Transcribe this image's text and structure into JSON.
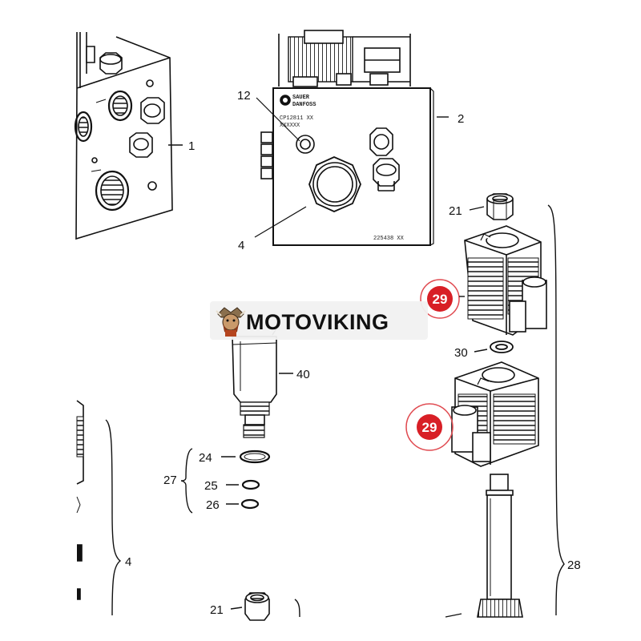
{
  "callouts": {
    "c1": "1",
    "c2": "2",
    "c4a": "4",
    "c4b": "4",
    "c12": "12",
    "c21a": "21",
    "c21b": "21",
    "c24": "24",
    "c25": "25",
    "c26": "26",
    "c27": "27",
    "c28": "28",
    "c29a": "29",
    "c29b": "29",
    "c30": "30",
    "c40": "40"
  },
  "block_marks": {
    "brand_line1": "SAUER",
    "brand_line2": "DANFOSS",
    "part_code": "CP12811 XX",
    "serial": "XXXXXX",
    "bottom_code": "225438 XX"
  },
  "watermark": {
    "text": "MOTOVIKING",
    "icon": "viking-mascot-icon"
  },
  "colors": {
    "badge_fill": "#d81f26",
    "badge_ring": "#e04a50",
    "line": "#111111"
  }
}
